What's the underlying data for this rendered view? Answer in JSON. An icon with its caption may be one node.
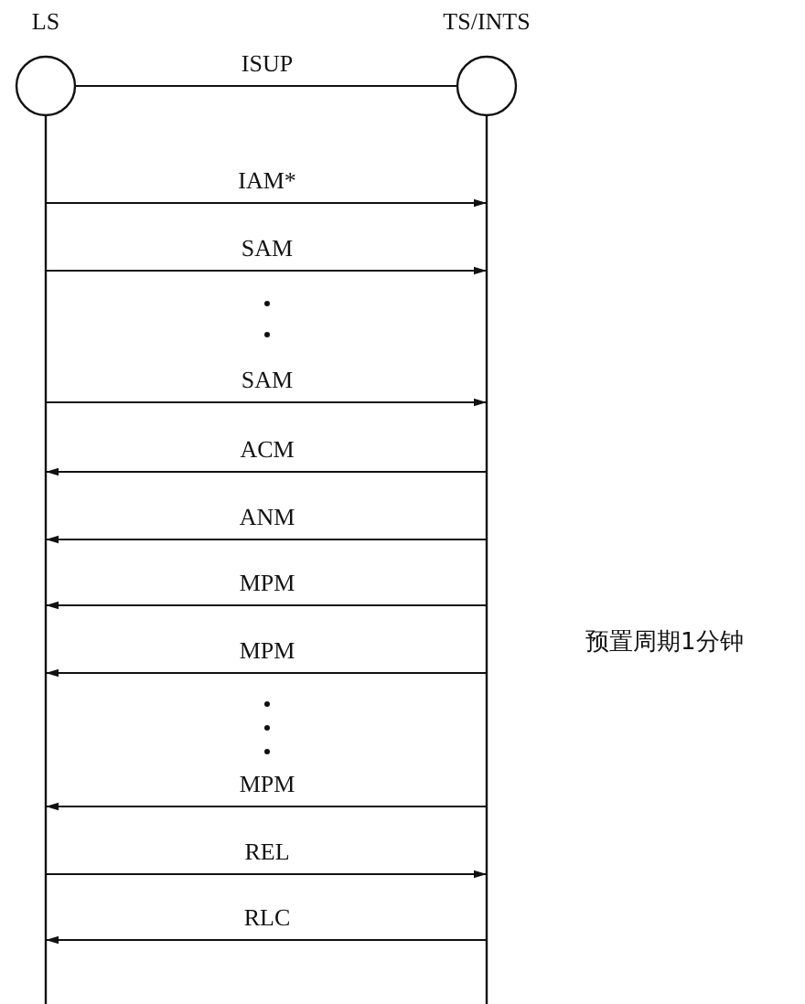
{
  "diagram": {
    "nodes": [
      {
        "text": [
          "LS"
        ]
      },
      {
        "text": [
          "TS/INTS"
        ]
      }
    ],
    "edges": [
      {
        "from": 0,
        "to": 1,
        "arrow": "none",
        "label": "ISUP"
      },
      {
        "from": 0,
        "to": 1,
        "arrow": "to",
        "label": "IAM*"
      },
      {
        "from": 0,
        "to": 1,
        "arrow": "to",
        "label": "SAM"
      },
      {
        "from": 0,
        "to": 1,
        "arrow": "to",
        "label": "SAM"
      },
      {
        "from": 1,
        "to": 0,
        "arrow": "to",
        "label": "ACM"
      },
      {
        "from": 1,
        "to": 0,
        "arrow": "to",
        "label": "ANM"
      },
      {
        "from": 1,
        "to": 0,
        "arrow": "to",
        "label": "MPM"
      },
      {
        "from": 1,
        "to": 0,
        "arrow": "to",
        "label": "MPM"
      },
      {
        "from": 1,
        "to": 0,
        "arrow": "to",
        "label": "MPM"
      },
      {
        "from": 0,
        "to": 1,
        "arrow": "to",
        "label": "REL"
      },
      {
        "from": 1,
        "to": 0,
        "arrow": "to",
        "label": "RLC"
      }
    ],
    "labels": [
      "预置周期1分钟"
    ]
  }
}
